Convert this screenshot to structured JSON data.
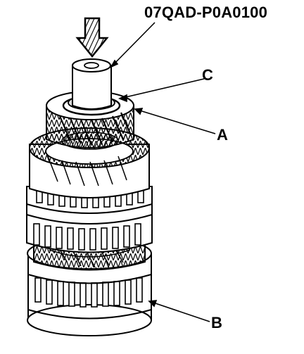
{
  "callouts": {
    "tool": "07QAD-P0A0100",
    "c": "C",
    "a": "A",
    "b": "B"
  },
  "colors": {
    "ink": "#000000",
    "paper": "#ffffff",
    "shade": "#d9d9d9"
  }
}
